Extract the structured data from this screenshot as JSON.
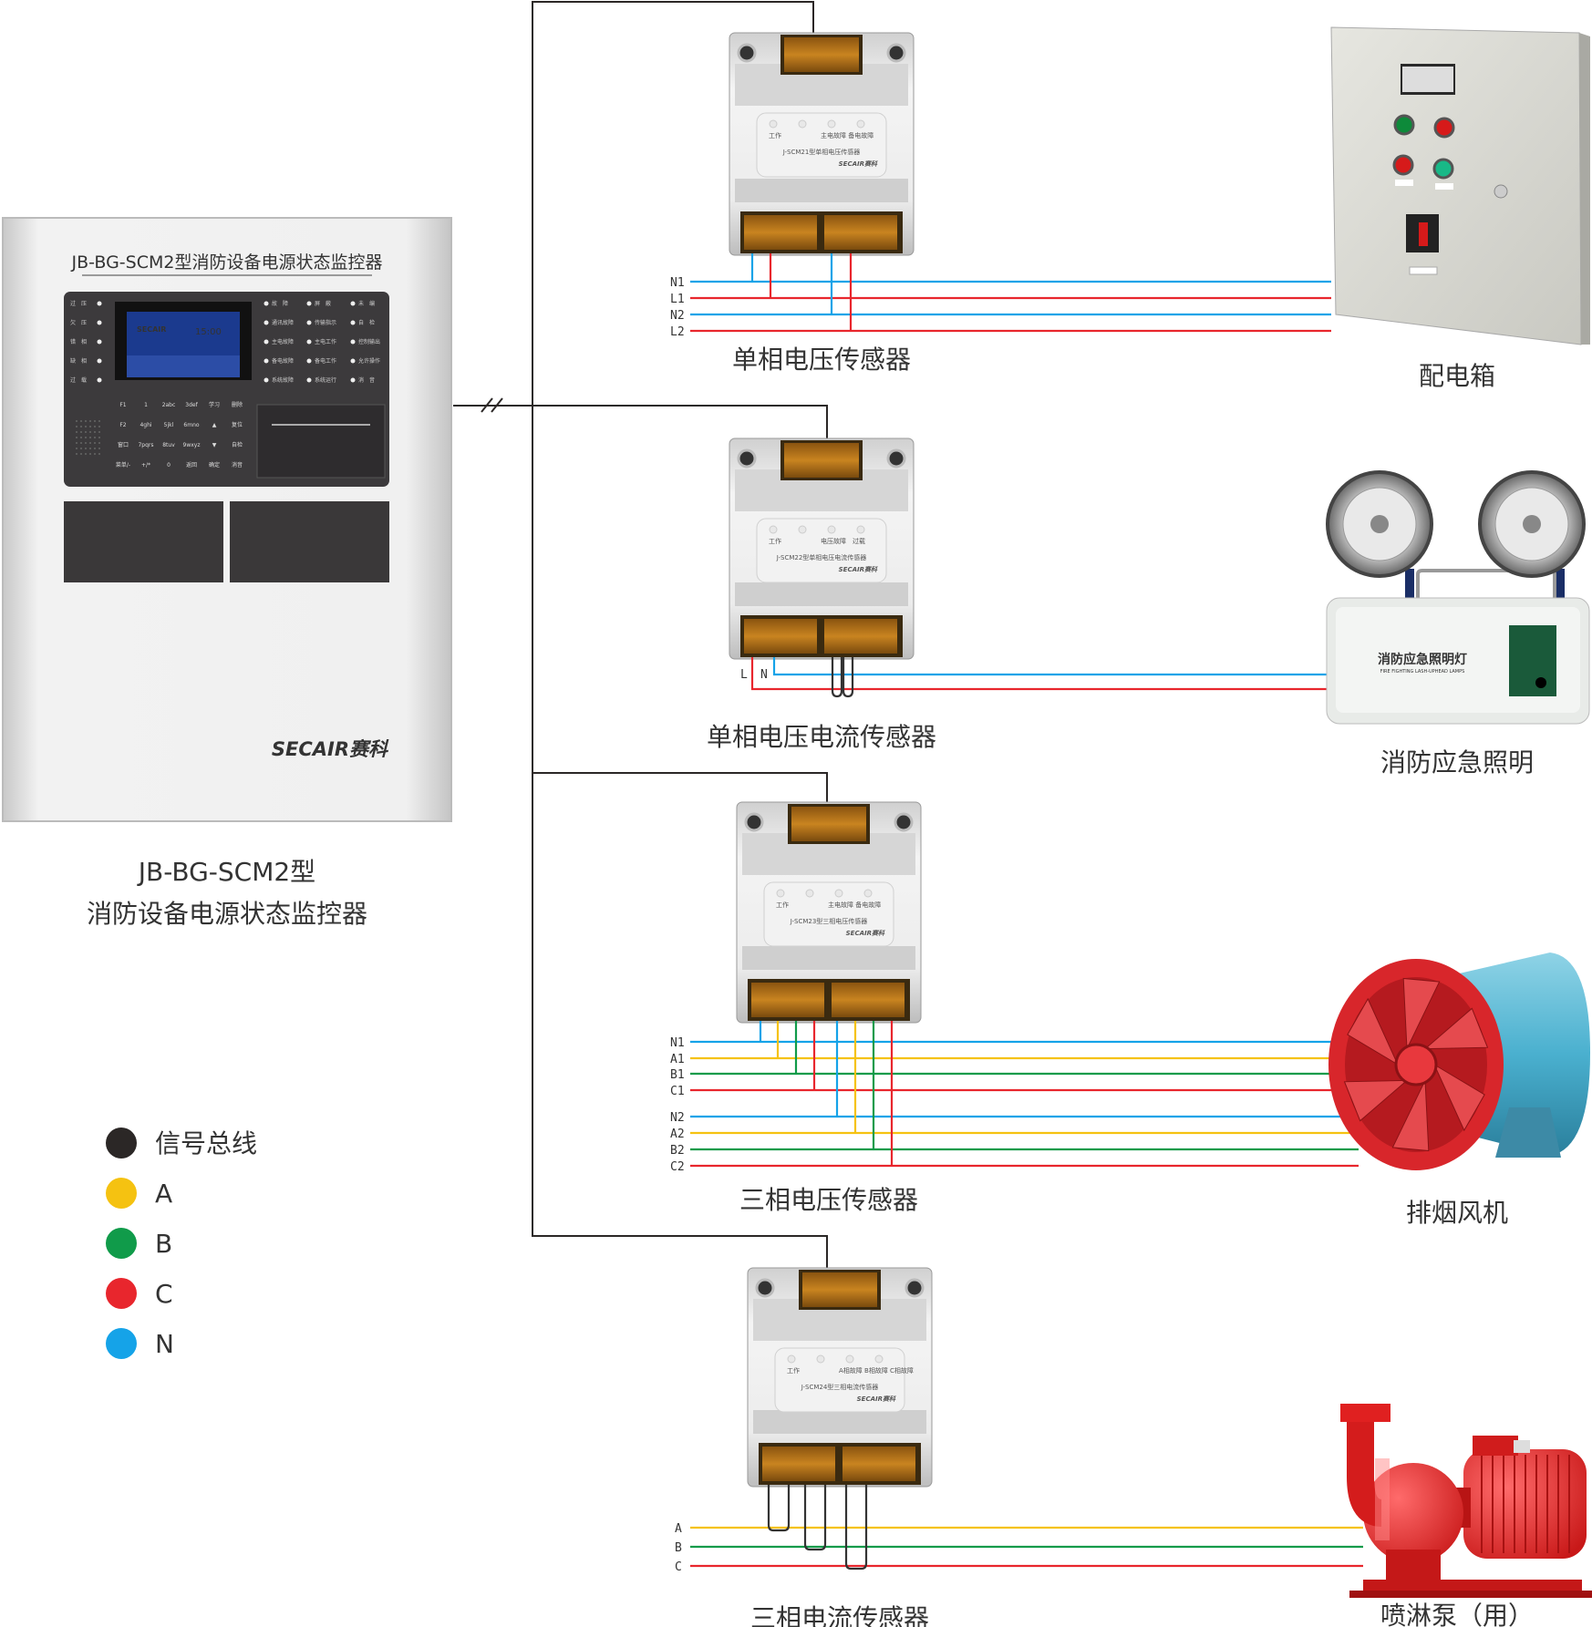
{
  "monitor": {
    "panel_title": "JB-BG-SCM2型消防设备电源状态监控器",
    "brand_text": "SECAIR赛科",
    "screen_brand": "SECAIR",
    "screen_time": "15:00",
    "caption_line1": "JB-BG-SCM2型",
    "caption_line2": "消防设备电源状态监控器",
    "left_leds": [
      "过　压",
      "欠　压",
      "错　相",
      "缺　相",
      "过　载"
    ],
    "mid_leds": [
      "故　障",
      "通讯故障",
      "主电故障",
      "备电故障",
      "系统故障"
    ],
    "mid2_leds": [
      "屏　蔽",
      "传输指示",
      "主电工作",
      "备电工作",
      "系统运行"
    ],
    "right_leds": [
      "未　编",
      "自　检",
      "控制输出",
      "允许操作",
      "消　音"
    ],
    "keys": [
      [
        "F1",
        "1",
        "2abc",
        "3def",
        "学习",
        "删除"
      ],
      [
        "F2",
        "4ghi",
        "5jkl",
        "6mno",
        "▲",
        "复位"
      ],
      [
        "窗口",
        "7pqrs",
        "8tuv",
        "9wxyz",
        "▼",
        "自检"
      ],
      [
        "菜单/-",
        "+/*",
        "0",
        "返回",
        "确定",
        "消音"
      ]
    ]
  },
  "sensors": [
    {
      "name": "单相电压传感器",
      "model": "J-SCM21型单相电压传感器",
      "led_labels": [
        "工作",
        "主电故障 备电故障"
      ],
      "brand": "SECAIR赛科"
    },
    {
      "name": "单相电压电流传感器",
      "model": "J-SCM22型单相电压电流传感器",
      "led_labels": [
        "工作",
        "电压故障　过载"
      ],
      "brand": "SECAIR赛科"
    },
    {
      "name": "三相电压传感器",
      "model": "J-SCM23型三相电压传感器",
      "led_labels": [
        "工作",
        "主电故障 备电故障"
      ],
      "brand": "SECAIR赛科"
    },
    {
      "name": "三相电流传感器",
      "model": "J-SCM24型三相电流传感器",
      "led_labels": [
        "工作",
        "A相故障 B相故障 C相故障"
      ],
      "brand": "SECAIR赛科"
    }
  ],
  "wire_labels": {
    "s1": [
      "N1",
      "L1",
      "N2",
      "L2"
    ],
    "s2": [
      "L",
      "N"
    ],
    "s3": [
      "N1",
      "A1",
      "B1",
      "C1",
      "N2",
      "A2",
      "B2",
      "C2"
    ],
    "s4": [
      "A",
      "B",
      "C"
    ]
  },
  "devices": {
    "distribution_box": "配电箱",
    "emergency_light": "消防应急照明",
    "lamp_label": "消防应急照明灯",
    "lamp_sublabel": "FIRE FIGHTING LASH-UPHEAD LAMPS",
    "fan": "排烟风机",
    "pump": "喷淋泵（用）"
  },
  "legend": [
    {
      "label": "信号总线",
      "color": "#2b2726"
    },
    {
      "label": "A",
      "color": "#f5c211"
    },
    {
      "label": "B",
      "color": "#109b4a"
    },
    {
      "label": "C",
      "color": "#e8262d"
    },
    {
      "label": "N",
      "color": "#15a3e8"
    }
  ],
  "colors": {
    "bus": "#2b2726",
    "A": "#f5c211",
    "B": "#109b4a",
    "C": "#e8262d",
    "N": "#15a3e8",
    "terminal": "#b8741a"
  }
}
